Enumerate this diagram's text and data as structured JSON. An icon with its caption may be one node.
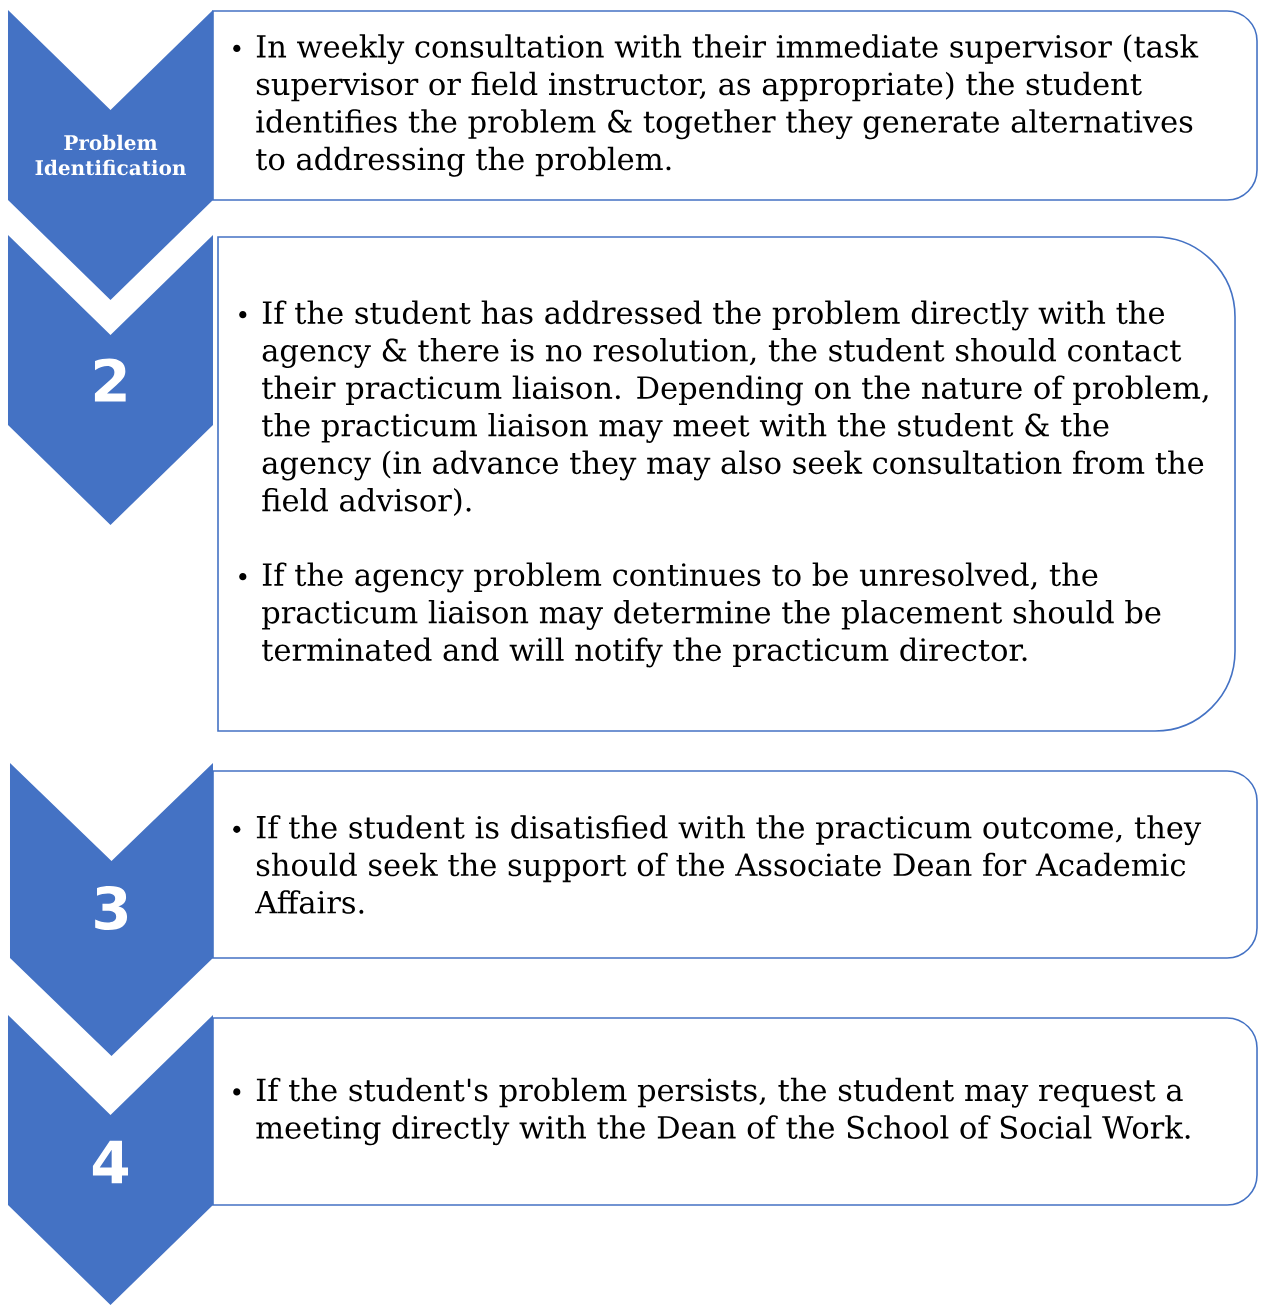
{
  "diagram": {
    "nodes": [
      {
        "text": [
          "Problem Identification"
        ]
      },
      {
        "text": [
          "In weekly consultation with their immediate supervisor (task supervisor or field instructor, as appropriate) the student identifies the problem & together they generate alternatives to addressing the problem."
        ]
      },
      {
        "text": [
          "2"
        ]
      },
      {
        "text": [
          "If the student has addressed the problem directly with the agency & there is no resolution, the student should contact their practicum liaison.  Depending on the nature of problem, the practicum liaison may meet with the student & the agency (in advance they may also seek consultation from the field advisor).",
          "If the agency problem continues to be unresolved, the practicum liaison may determine the placement should be terminated and will notify the practicum director."
        ]
      },
      {
        "text": [
          "3"
        ]
      },
      {
        "text": [
          "If the student is disatisfied with the practicum outcome, they should seek the support of the Associate Dean for Academic Affairs."
        ]
      },
      {
        "text": [
          "4"
        ]
      },
      {
        "text": [
          "If the student's problem persists, the student may request a meeting directly with the Dean of the School of Social Work."
        ]
      }
    ]
  }
}
